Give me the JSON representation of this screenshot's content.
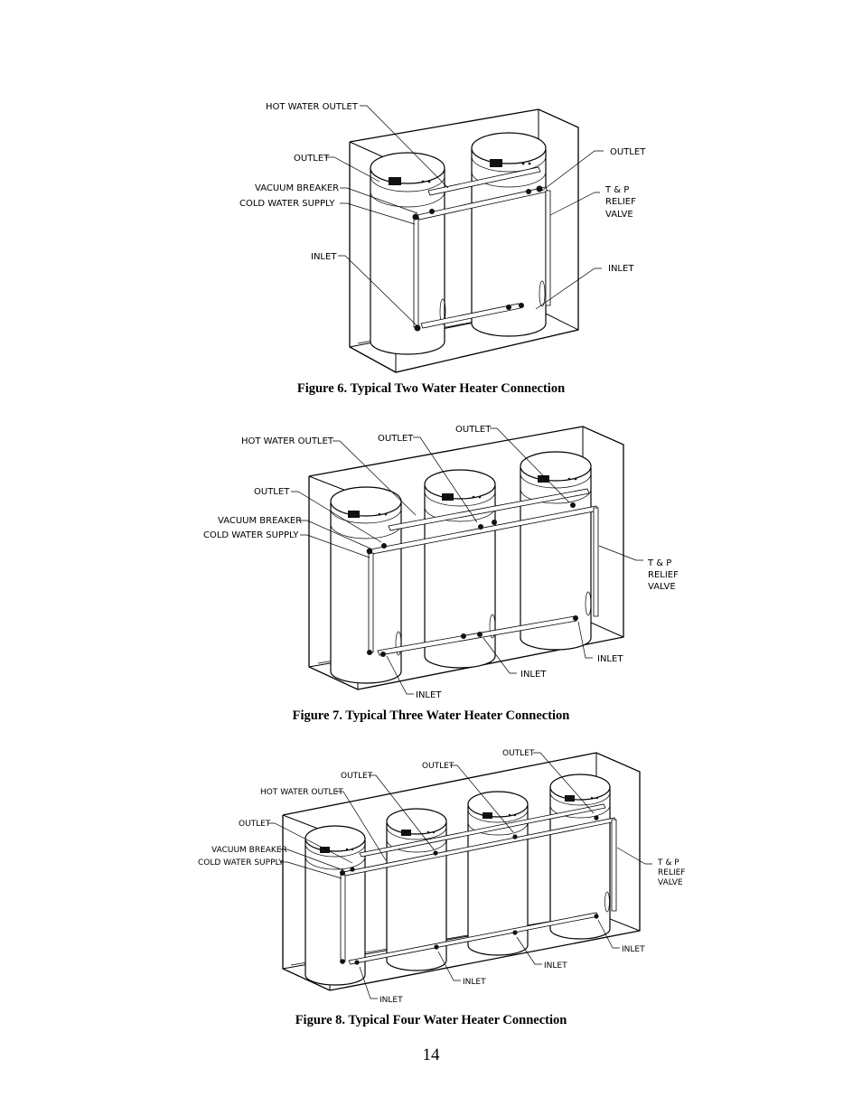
{
  "figures": [
    {
      "caption": "Figure 6.  Typical Two Water Heater Connection",
      "labels": {
        "hot_water_outlet": "HOT WATER OUTLET",
        "outlet_left": "OUTLET",
        "vacuum_breaker": "VACUUM BREAKER",
        "cold_water_supply": "COLD WATER SUPPLY",
        "inlet_left": "INLET",
        "outlet_right": "OUTLET",
        "tp_1": "T & P",
        "tp_2": "RELIEF",
        "tp_3": "VALVE",
        "inlet_right": "INLET"
      }
    },
    {
      "caption": "Figure 7.  Typical Three Water Heater Connection",
      "labels": {
        "hot_water_outlet": "HOT WATER OUTLET",
        "outlet_1": "OUTLET",
        "outlet_2": "OUTLET",
        "outlet_3": "OUTLET",
        "vacuum_breaker": "VACUUM BREAKER",
        "cold_water_supply": "COLD WATER SUPPLY",
        "tp_1": "T & P",
        "tp_2": "RELIEF",
        "tp_3": "VALVE",
        "inlet_1": "INLET",
        "inlet_2": "INLET",
        "inlet_3": "INLET"
      }
    },
    {
      "caption": "Figure 8.  Typical Four Water Heater Connection",
      "labels": {
        "hot_water_outlet": "HOT WATER OUTLET",
        "outlet_1": "OUTLET",
        "outlet_2": "OUTLET",
        "outlet_3": "OUTLET",
        "outlet_4": "OUTLET",
        "vacuum_breaker": "VACUUM BREAKER",
        "cold_water_supply": "COLD WATER SUPPLY",
        "tp_1": "T & P",
        "tp_2": "RELIEF",
        "tp_3": "VALVE",
        "inlet_1": "INLET",
        "inlet_2": "INLET",
        "inlet_3": "INLET",
        "inlet_4": "INLET"
      }
    }
  ],
  "page_number": "14"
}
